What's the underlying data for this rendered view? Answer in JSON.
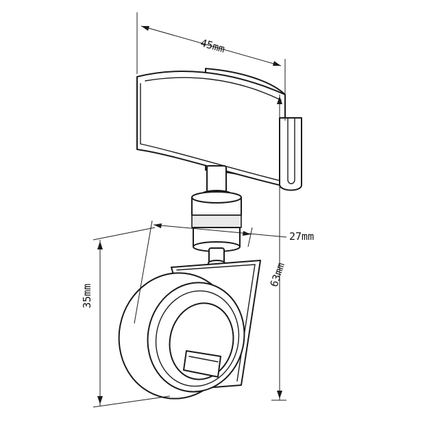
{
  "colors": {
    "line": "#1a1a1a",
    "background": "#ffffff",
    "shade": "#e9e9e9"
  },
  "dimensions": {
    "width_top": "45mm",
    "width_ring": "27mm",
    "height_ring": "35mm",
    "height_total": "63mm"
  }
}
